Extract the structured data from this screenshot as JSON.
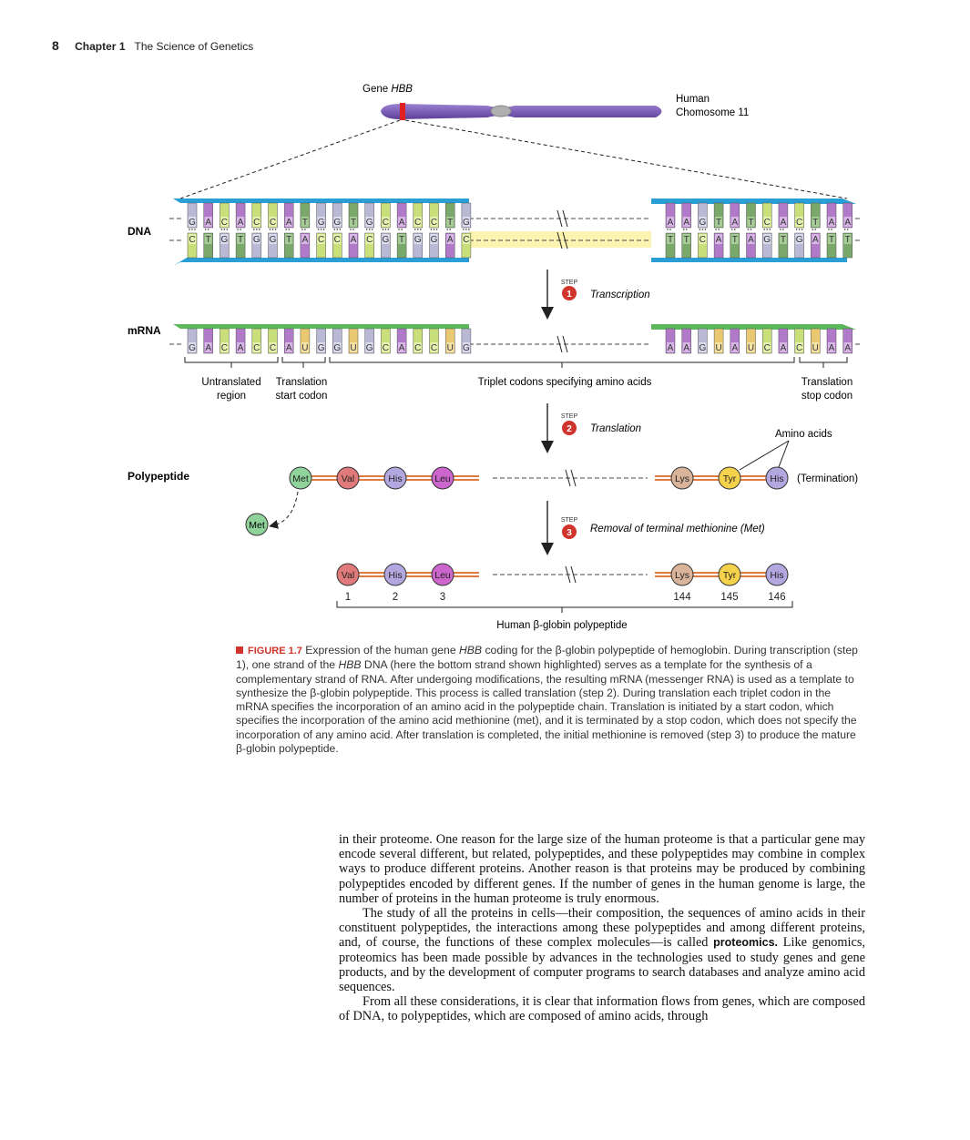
{
  "header": {
    "page_number": "8",
    "chapter": "Chapter 1",
    "title": "The Science of Genetics"
  },
  "figure": {
    "gene_label_prefix": "Gene ",
    "gene_label_name": "HBB",
    "chromosome_label_1": "Human",
    "chromosome_label_2": "Chomosome 11",
    "row_labels": {
      "dna": "DNA",
      "mrna": "mRNA",
      "polypeptide": "Polypeptide"
    },
    "dna_top_left": [
      "G",
      "A",
      "C",
      "A",
      "C",
      "C",
      "A",
      "T",
      "G",
      "G",
      "T",
      "G",
      "C",
      "A",
      "C",
      "C",
      "T",
      "G"
    ],
    "dna_top_right": [
      "A",
      "A",
      "G",
      "T",
      "A",
      "T",
      "C",
      "A",
      "C",
      "T",
      "A",
      "A"
    ],
    "dna_bottom_left": [
      "C",
      "T",
      "G",
      "T",
      "G",
      "G",
      "T",
      "A",
      "C",
      "C",
      "A",
      "C",
      "G",
      "T",
      "G",
      "G",
      "A",
      "C"
    ],
    "dna_bottom_right": [
      "T",
      "T",
      "C",
      "A",
      "T",
      "A",
      "G",
      "T",
      "G",
      "A",
      "T",
      "T"
    ],
    "mrna_left": [
      "G",
      "A",
      "C",
      "A",
      "C",
      "C",
      "A",
      "U",
      "G",
      "G",
      "U",
      "G",
      "C",
      "A",
      "C",
      "C",
      "U",
      "G"
    ],
    "mrna_right": [
      "A",
      "A",
      "G",
      "U",
      "A",
      "U",
      "C",
      "A",
      "C",
      "U",
      "A",
      "A"
    ],
    "region_labels": {
      "untranslated_1": "Untranslated",
      "untranslated_2": "region",
      "start_1": "Translation",
      "start_2": "start codon",
      "triplet": "Triplet codons specifying amino acids",
      "stop_1": "Translation",
      "stop_2": "stop codon"
    },
    "steps": [
      {
        "badge": "STEP",
        "number": "1",
        "label": "Transcription"
      },
      {
        "badge": "STEP",
        "number": "2",
        "label": "Translation"
      },
      {
        "badge": "STEP",
        "number": "3",
        "label": "Removal of terminal methionine (Met)"
      }
    ],
    "amino_acids_label": "Amino acids",
    "termination_label": "(Termination)",
    "poly_left": [
      "Met",
      "Val",
      "His",
      "Leu"
    ],
    "poly_right": [
      "Lys",
      "Tyr",
      "His"
    ],
    "removed_met": "Met",
    "final_left": [
      "Val",
      "His",
      "Leu"
    ],
    "final_right": [
      "Lys",
      "Tyr",
      "His"
    ],
    "final_numbers_left": [
      "1",
      "2",
      "3"
    ],
    "final_numbers_right": [
      "144",
      "145",
      "146"
    ],
    "final_label": "Human β-globin polypeptide",
    "colors": {
      "chromosome": "#7a5bb5",
      "top_strand": "#2a9fd6",
      "bottom_strand": "#2a9fd6",
      "mrna_strand": "#5cb85c",
      "highlight": "#fdf3b0",
      "step_badge": "#d0342c",
      "met": "#8fd39a",
      "val": "#e07a7a",
      "his": "#b3a7e0",
      "leu": "#cc66cc",
      "lys": "#d9b49a",
      "tyr": "#f5d24b",
      "connector": "#e07b3f"
    }
  },
  "caption": {
    "label": "FIGURE 1.7",
    "text_1": " Expression of the human gene ",
    "gene": "HBB",
    "text_2": " coding for the β-globin polypeptide of hemoglobin. During transcription (step 1), one strand of the ",
    "gene2": "HBB",
    "text_3": " DNA (here the bottom strand shown highlighted) serves as a template for the synthesis of a complementary strand of RNA. After undergoing modifications, the resulting mRNA (messenger RNA) is used as a template to synthesize the β-globin polypeptide. This process is called translation (step 2). During translation each triplet codon in the mRNA specifies the incorporation of an amino acid in the polypeptide chain. Translation is initiated by a start codon, which specifies the incorporation of the amino acid methionine (met), and it is terminated by a stop codon, which does not specify the incorporation of any amino acid. After translation is completed, the initial methionine is removed (step 3) to produce the mature β-globin polypeptide."
  },
  "body": {
    "p1": "in their proteome. One reason for the large size of the human proteome is that a particular gene may encode several different, but related, polypeptides, and these polypeptides may combine in complex ways to produce different proteins. Another reason is that proteins may be produced by combining polypeptides encoded by different genes. If the number of genes in the human genome is large, the number of proteins in the human proteome is truly enormous.",
    "p2a": "The study of all the proteins in cells—their composition, the sequences of amino acids in their constituent polypeptides, the interactions among these polypeptides and among different proteins, and, of course, the functions of these complex molecules—is called ",
    "p2_kw": "proteomics.",
    "p2b": " Like genomics, proteomics has been made possible by advances in the technologies used to study genes and gene products, and by the development of computer programs to search databases and analyze amino acid sequences.",
    "p3": "From all these considerations, it is clear that information flows from genes, which are composed of DNA, to polypeptides, which are composed of amino acids, through"
  }
}
